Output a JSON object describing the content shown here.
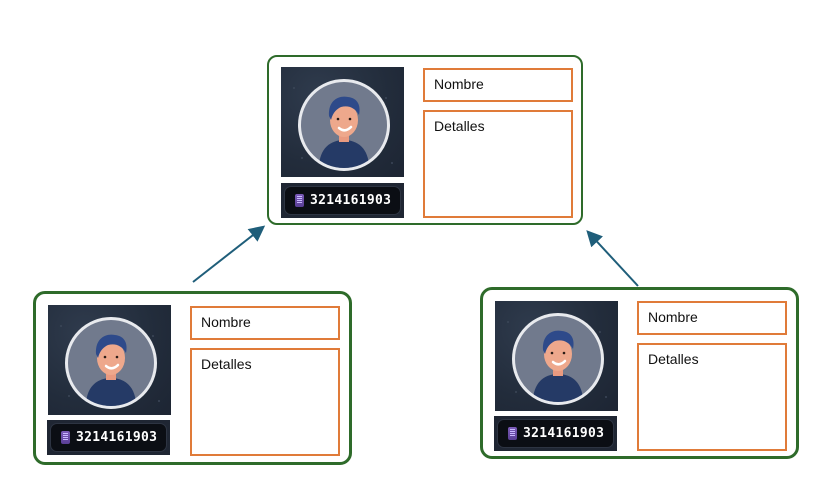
{
  "cards": [
    {
      "id": "top",
      "name_label": "Nombre",
      "details_label": "Detalles",
      "phone": "3214161903"
    },
    {
      "id": "left",
      "name_label": "Nombre",
      "details_label": "Detalles",
      "phone": "3214161903"
    },
    {
      "id": "right",
      "name_label": "Nombre",
      "details_label": "Detalles",
      "phone": "3214161903"
    }
  ],
  "colors": {
    "card_border": "#2e6b2a",
    "field_border": "#e07b39",
    "arrow": "#1f5e7a",
    "avatar_bg": "#222c3b"
  },
  "icons": [
    "phone-icon",
    "avatar-icon",
    "arrow-icon"
  ]
}
